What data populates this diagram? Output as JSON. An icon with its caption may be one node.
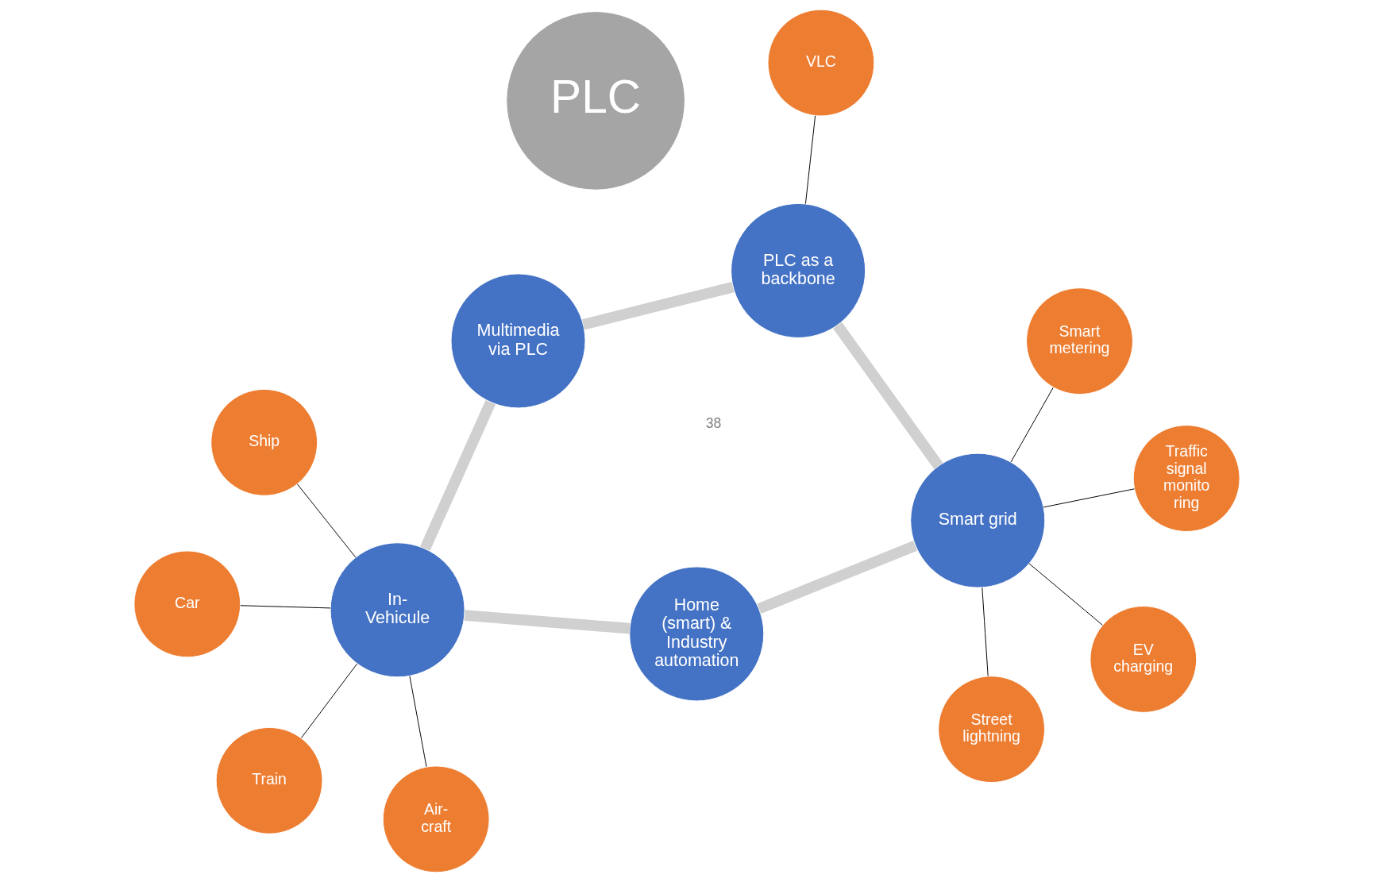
{
  "diagram": {
    "nodes": [
      {
        "text": [
          "PLC"
        ]
      },
      {
        "text": [
          "Home (smart) & Industry automation"
        ]
      },
      {
        "text": [
          "Smart grid"
        ]
      },
      {
        "text": [
          "PLC as a backbone"
        ]
      },
      {
        "text": [
          "Multimedia via PLC"
        ]
      },
      {
        "text": [
          "In- Vehicule"
        ]
      },
      {
        "text": [
          "Ship"
        ]
      },
      {
        "text": [
          "Car"
        ]
      },
      {
        "text": [
          "Air- craft"
        ]
      },
      {
        "text": [
          "Train"
        ]
      },
      {
        "text": [
          "EV charging"
        ]
      },
      {
        "text": [
          "Street lightning"
        ]
      },
      {
        "text": [
          "Smart metering"
        ]
      },
      {
        "text": [
          "Traffic signal monito ring"
        ]
      },
      {
        "text": [
          "VLC"
        ]
      }
    ],
    "edges": [
      {
        "from": 1,
        "to": 2,
        "arrow": "none",
        "style": "thick",
        "color": "#d0d0d0"
      },
      {
        "from": 2,
        "to": 3,
        "arrow": "none",
        "style": "thick",
        "color": "#d0d0d0"
      },
      {
        "from": 3,
        "to": 4,
        "arrow": "none",
        "style": "thick",
        "color": "#d0d0d0"
      },
      {
        "from": 4,
        "to": 5,
        "arrow": "none",
        "style": "thick",
        "color": "#d0d0d0"
      },
      {
        "from": 5,
        "to": 1,
        "arrow": "none",
        "style": "thick",
        "color": "#d0d0d0"
      },
      {
        "from": 5,
        "to": 6,
        "arrow": "none"
      },
      {
        "from": 5,
        "to": 7,
        "arrow": "none"
      },
      {
        "from": 5,
        "to": 8,
        "arrow": "none"
      },
      {
        "from": 5,
        "to": 9,
        "arrow": "none"
      },
      {
        "from": 2,
        "to": 10,
        "arrow": "none"
      },
      {
        "from": 2,
        "to": 11,
        "arrow": "none"
      },
      {
        "from": 2,
        "to": 12,
        "arrow": "none"
      },
      {
        "from": 2,
        "to": 13,
        "arrow": "none"
      },
      {
        "from": 3,
        "to": 14,
        "arrow": "none"
      }
    ],
    "labels": [
      "38"
    ]
  }
}
